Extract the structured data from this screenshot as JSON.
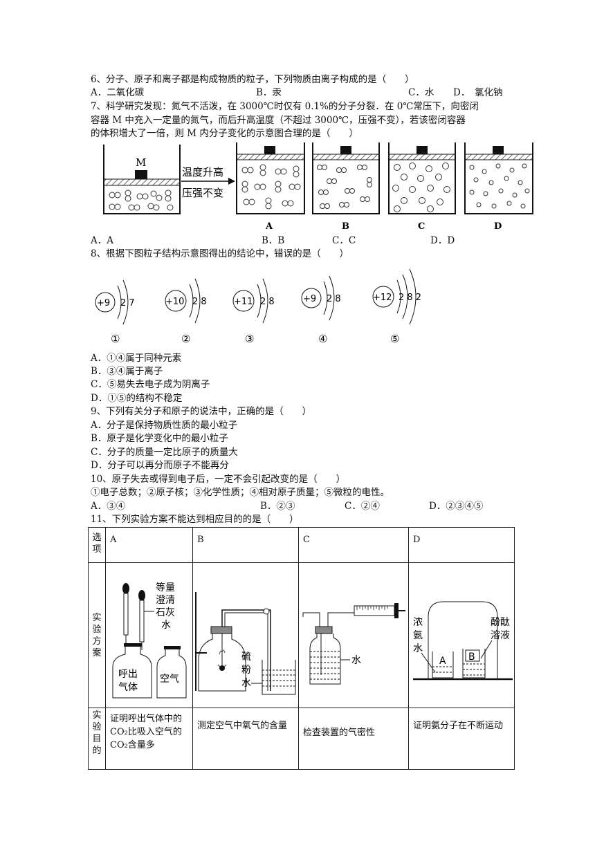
{
  "q6": {
    "stem": "6、分子、原子和离子都是构成物质的粒子，下列物质由离子构成的是（　　）",
    "options": [
      "A．二氧化碳",
      "B．汞",
      "C．水",
      "D．　氯化钠"
    ]
  },
  "q7": {
    "stem_lines": [
      "7、科学研究发现：氮气不活泼，在 3000℃时仅有 0.1%的分子分裂．在 0℃常压下，向密闭",
      "容器 M 中充入一定量的氮气，而后升高温度（不超过 3000℃，压强不变），若该密闭容器",
      "的体积增大了一倍，则 M 内分子变化的示意图合理的是（　　）"
    ],
    "figure": {
      "container_label": "M",
      "arrow_text_1": "温度升高",
      "arrow_text_2": "压强不变",
      "panel_labels": [
        "A",
        "B",
        "C",
        "D"
      ]
    },
    "options": [
      "A．A",
      "B．B",
      "C．C",
      "D．D"
    ]
  },
  "q8": {
    "stem": "8、根据下图粒子结构示意图得出的结论中，错误的是（　　）",
    "particles": [
      {
        "nucleus": "+9",
        "shells": "2 7",
        "label": "①"
      },
      {
        "nucleus": "+10",
        "shells": "2 8",
        "label": "②"
      },
      {
        "nucleus": "+11",
        "shells": "2 8",
        "label": "③"
      },
      {
        "nucleus": "+9",
        "shells": "2 8",
        "label": "④"
      },
      {
        "nucleus": "+12",
        "shells": "2 8 2",
        "label": "⑤"
      }
    ],
    "options": [
      "A．①④属于同种元素",
      "B．③④属于离子",
      "C．⑤易失去电子成为阴离子",
      "D．①⑤的结构不稳定"
    ]
  },
  "q9": {
    "stem": "9、下列有关分子和原子的说法中，正确的是（　　）",
    "options": [
      "A．分子是保持物质性质的最小粒子",
      "B．原子是化学变化中的最小粒子",
      "C．分子的质量一定比原子的质量大",
      "D．分子可以再分而原子不能再分"
    ]
  },
  "q10": {
    "stem": "10、原子失去或得到电子后，一定不会引起改变的是（　　）",
    "items": "①电子总数；②原子核；③化学性质；④相对原子质量；⑤微粒的电性。",
    "options": [
      "A．③④",
      "B．②③",
      "C．②④",
      "D．②③④⑤"
    ]
  },
  "q11": {
    "stem": "11、下列实验方案不能达到相应目的的是（　　）",
    "row_headers": [
      "选项",
      "实验方案",
      "实验目的"
    ],
    "columns": [
      "A",
      "B",
      "C",
      "D"
    ],
    "figA": {
      "dropper_label": [
        "等量",
        "澄清",
        "石灰",
        "水"
      ],
      "bottle1": [
        "呼出",
        "气体"
      ],
      "bottle2": "空气"
    },
    "figB": {
      "label": [
        "硫",
        "粉"
      ],
      "water": "水"
    },
    "figC": {
      "water": "水"
    },
    "figD": {
      "left_label": [
        "浓",
        "氨",
        "水"
      ],
      "right_label": [
        "酚酞",
        "溶液"
      ],
      "beakers": [
        "A",
        "B"
      ]
    },
    "purposes": [
      "证明呼出气体中的CO₂比吸入空气的CO₂含量多",
      "测定空气中氧气的含量",
      "检查装置的气密性",
      "证明氨分子在不断运动"
    ]
  }
}
